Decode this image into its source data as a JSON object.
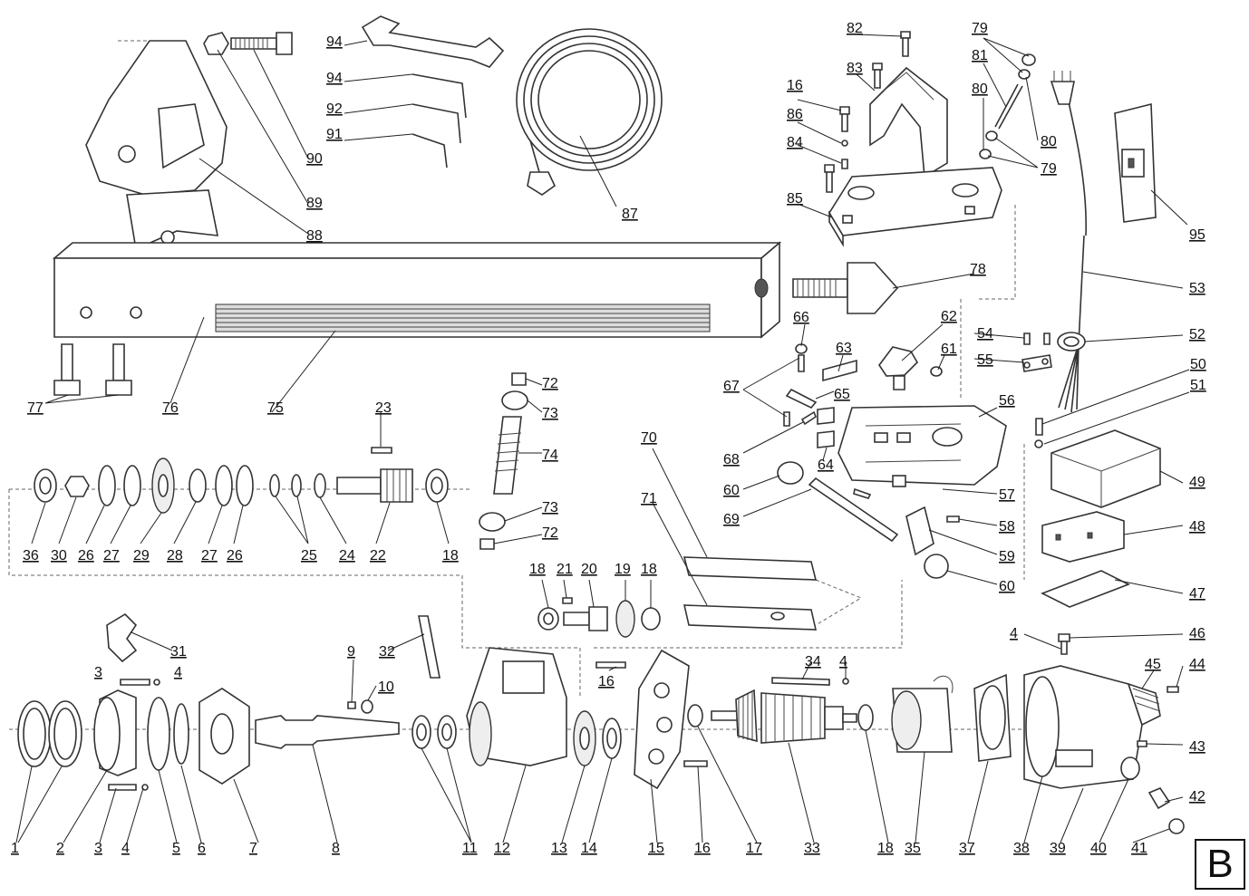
{
  "sheet_badge": "B",
  "callouts": [
    "1",
    "2",
    "3",
    "4",
    "5",
    "6",
    "7",
    "8",
    "9",
    "10",
    "11",
    "12",
    "13",
    "14",
    "15",
    "16",
    "17",
    "18",
    "19",
    "20",
    "21",
    "22",
    "23",
    "24",
    "25",
    "26",
    "27",
    "28",
    "29",
    "30",
    "31",
    "32",
    "33",
    "34",
    "35",
    "36",
    "37",
    "38",
    "39",
    "40",
    "41",
    "42",
    "43",
    "44",
    "45",
    "46",
    "47",
    "48",
    "49",
    "50",
    "51",
    "52",
    "53",
    "54",
    "55",
    "56",
    "57",
    "58",
    "59",
    "60",
    "61",
    "62",
    "63",
    "64",
    "65",
    "66",
    "67",
    "68",
    "69",
    "70",
    "71",
    "72",
    "73",
    "74",
    "75",
    "76",
    "77",
    "78",
    "79",
    "80",
    "81",
    "82",
    "83",
    "84",
    "85",
    "86",
    "87",
    "88",
    "89",
    "90",
    "91",
    "92",
    "94",
    "95"
  ]
}
